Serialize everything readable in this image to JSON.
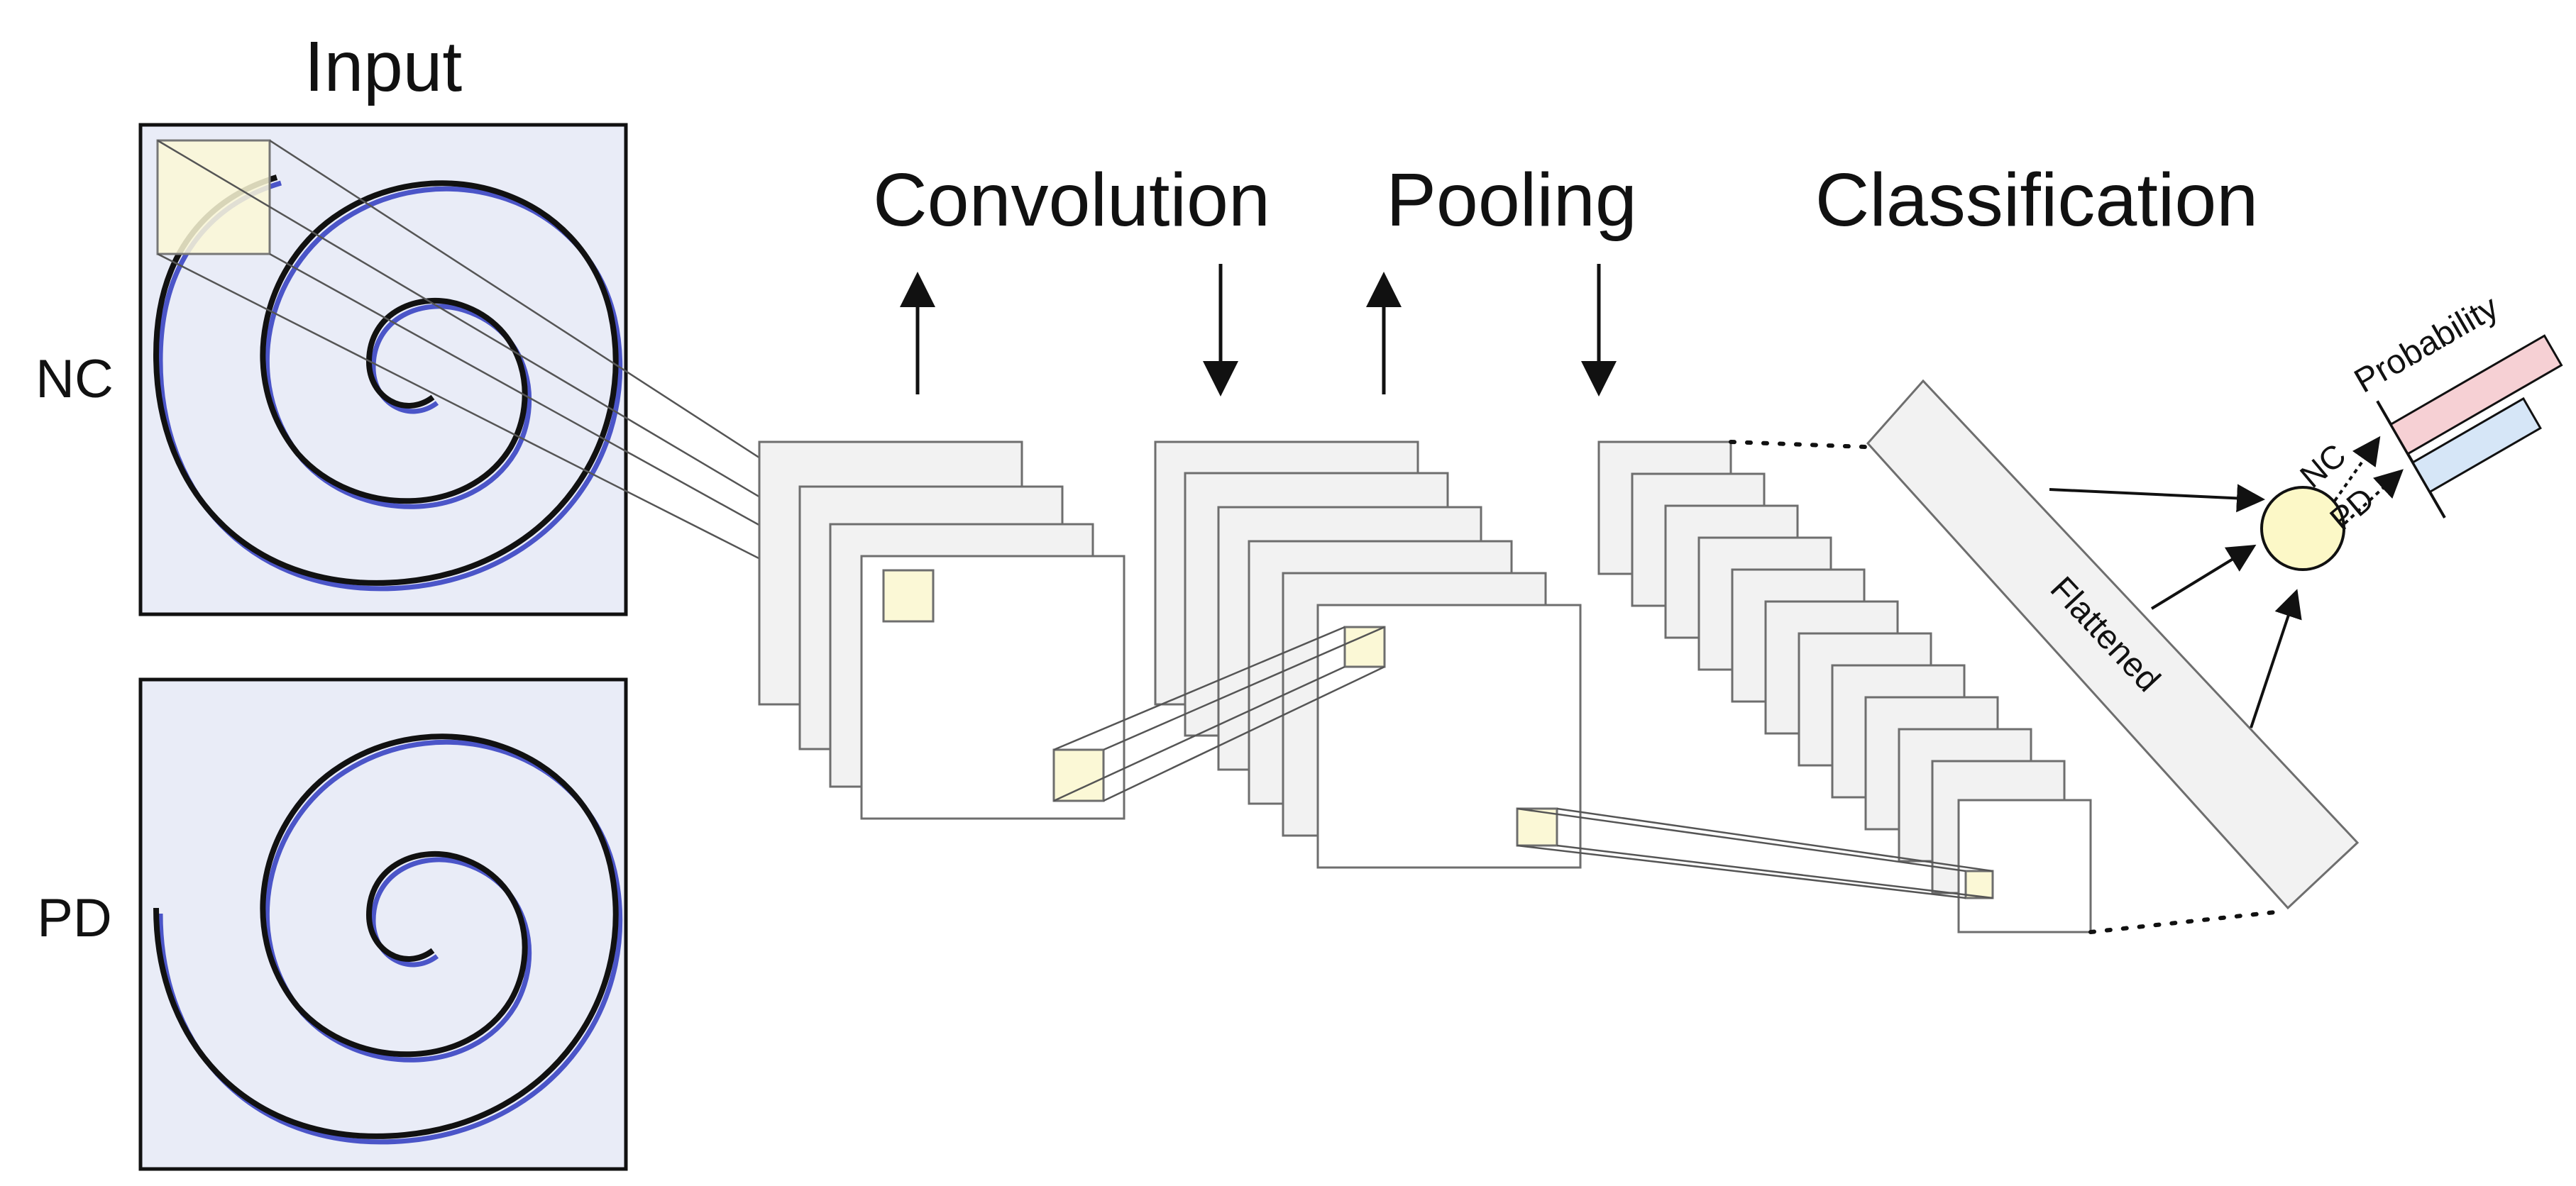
{
  "labels": {
    "input": "Input",
    "nc": "NC",
    "pd": "PD",
    "convolution": "Convolution",
    "pooling": "Pooling",
    "classification": "Classification",
    "flattened": "Flattened",
    "probability": "Probability",
    "out_nc": "NC",
    "out_pd": "PD"
  },
  "colors": {
    "panel": "#e9ecf7",
    "panel_border": "#111111",
    "ink": "#111111",
    "blue_trace": "#4b55c8",
    "map_fill": "#f2f2f2",
    "map_stroke": "#6e6e6e",
    "kernel_fill": "#fbf8d6",
    "node_fill": "#fcf8c7",
    "bar_pink": "#f6d0d4",
    "bar_blue": "#d6e6f7"
  },
  "icons": {
    "up": "arrow-up-icon",
    "down": "arrow-down-icon",
    "node": "neuron-node-icon"
  }
}
